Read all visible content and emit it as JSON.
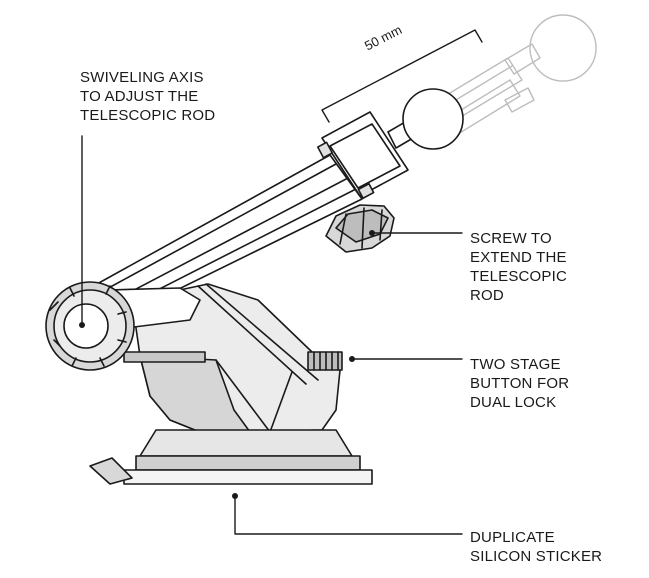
{
  "dimension": {
    "text": "50 mm"
  },
  "callouts": {
    "swivel_axis": [
      "SWIVELING AXIS",
      "TO ADJUST THE",
      "TELESCOPIC ROD"
    ],
    "screw": [
      "SCREW TO",
      "EXTEND THE",
      "TELESCOPIC",
      "ROD"
    ],
    "button": [
      "TWO STAGE",
      "BUTTON FOR",
      "DUAL LOCK"
    ],
    "sticker": [
      "DUPLICATE",
      "SILICON STICKER"
    ]
  },
  "colors": {
    "line": "#1a1a1a",
    "ghost": "#bdbdbd",
    "fill_light": "#ececec",
    "fill_mid": "#d6d6d6",
    "fill_dark": "#b5b5b5"
  }
}
